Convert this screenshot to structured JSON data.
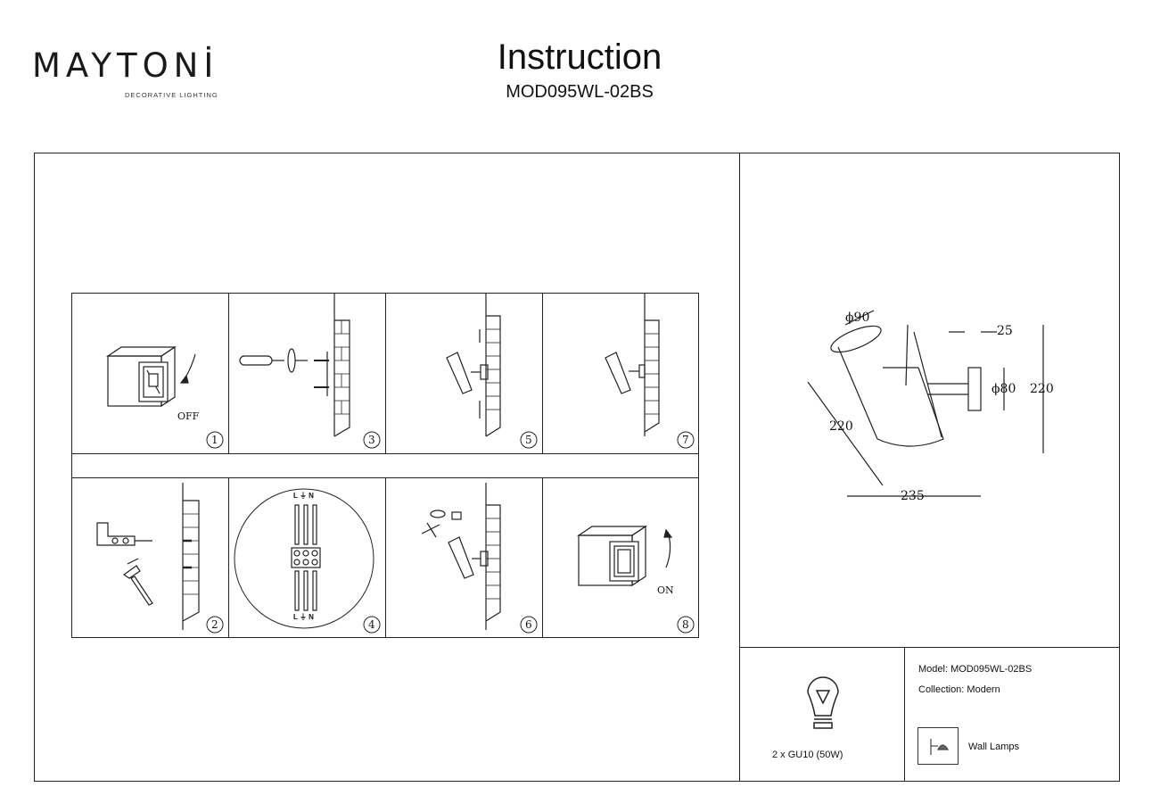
{
  "brand": {
    "name": "MAYTONİ",
    "tagline": "DECORATIVE LIGHTING"
  },
  "header": {
    "title": "Instruction",
    "model_code": "MOD095WL-02BS"
  },
  "steps": {
    "s1": {
      "num": "1",
      "label": "OFF"
    },
    "s2": {
      "num": "2"
    },
    "s3": {
      "num": "3"
    },
    "s4": {
      "num": "4",
      "terminal_top": "L ⏚ N",
      "terminal_bottom": "L ⏚ N"
    },
    "s5": {
      "num": "5"
    },
    "s6": {
      "num": "6"
    },
    "s7": {
      "num": "7"
    },
    "s8": {
      "num": "8",
      "label": "ON"
    }
  },
  "dimensions": {
    "d_top": "ϕ90",
    "gap": "25",
    "d_base": "ϕ80",
    "height": "220",
    "diag": "220",
    "width": "235"
  },
  "bulb": {
    "spec": "2 x GU10 (50W)"
  },
  "info": {
    "model": "Model: MOD095WL-02BS",
    "collection": "Collection: Modern",
    "category": "Wall Lamps"
  }
}
